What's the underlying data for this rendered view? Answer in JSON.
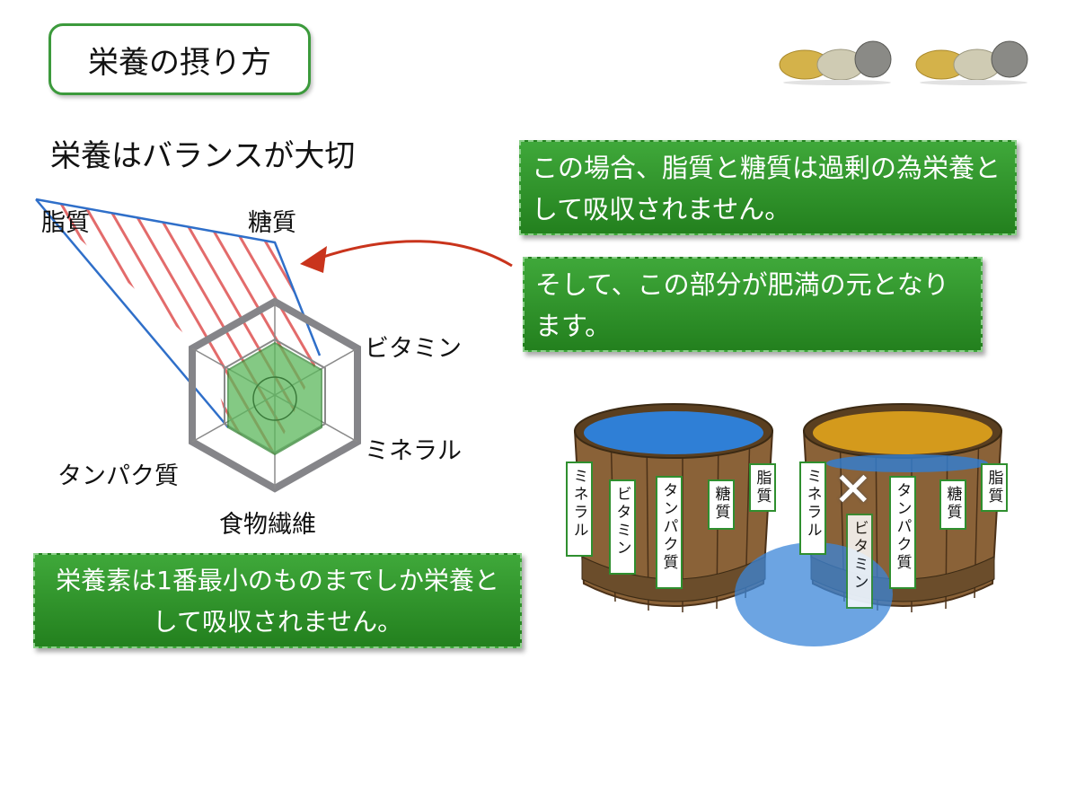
{
  "title": "栄養の摂り方",
  "subtitle": "栄養はバランスが大切",
  "radar": {
    "labels": {
      "fat": "脂質",
      "sugar": "糖質",
      "vitamin": "ビタミン",
      "mineral": "ミネラル",
      "fiber": "食物繊維",
      "protein": "タンパク質"
    }
  },
  "callouts": {
    "excess": "この場合、脂質と糖質は過剰の為栄養として吸収されません。",
    "obesity": "そして、この部分が肥満の元となります。",
    "minimum": "栄養素は1番最小のものまでしか栄養として吸収されません。"
  },
  "barrel_left": {
    "staves": [
      "ミネラル",
      "ビタミン",
      "タンパク質",
      "糖質",
      "脂質"
    ],
    "water_color": "#2f7fd6"
  },
  "barrel_right": {
    "staves": [
      "ミネラル",
      "ビタミン",
      "タンパク質",
      "糖質",
      "脂質"
    ],
    "water_color": "#d49a1c",
    "broken_mark": "✕"
  },
  "colors": {
    "accent_green": "#2e8f2a",
    "arrow_red": "#c9341c",
    "outline_blue": "#2f6fc9"
  }
}
